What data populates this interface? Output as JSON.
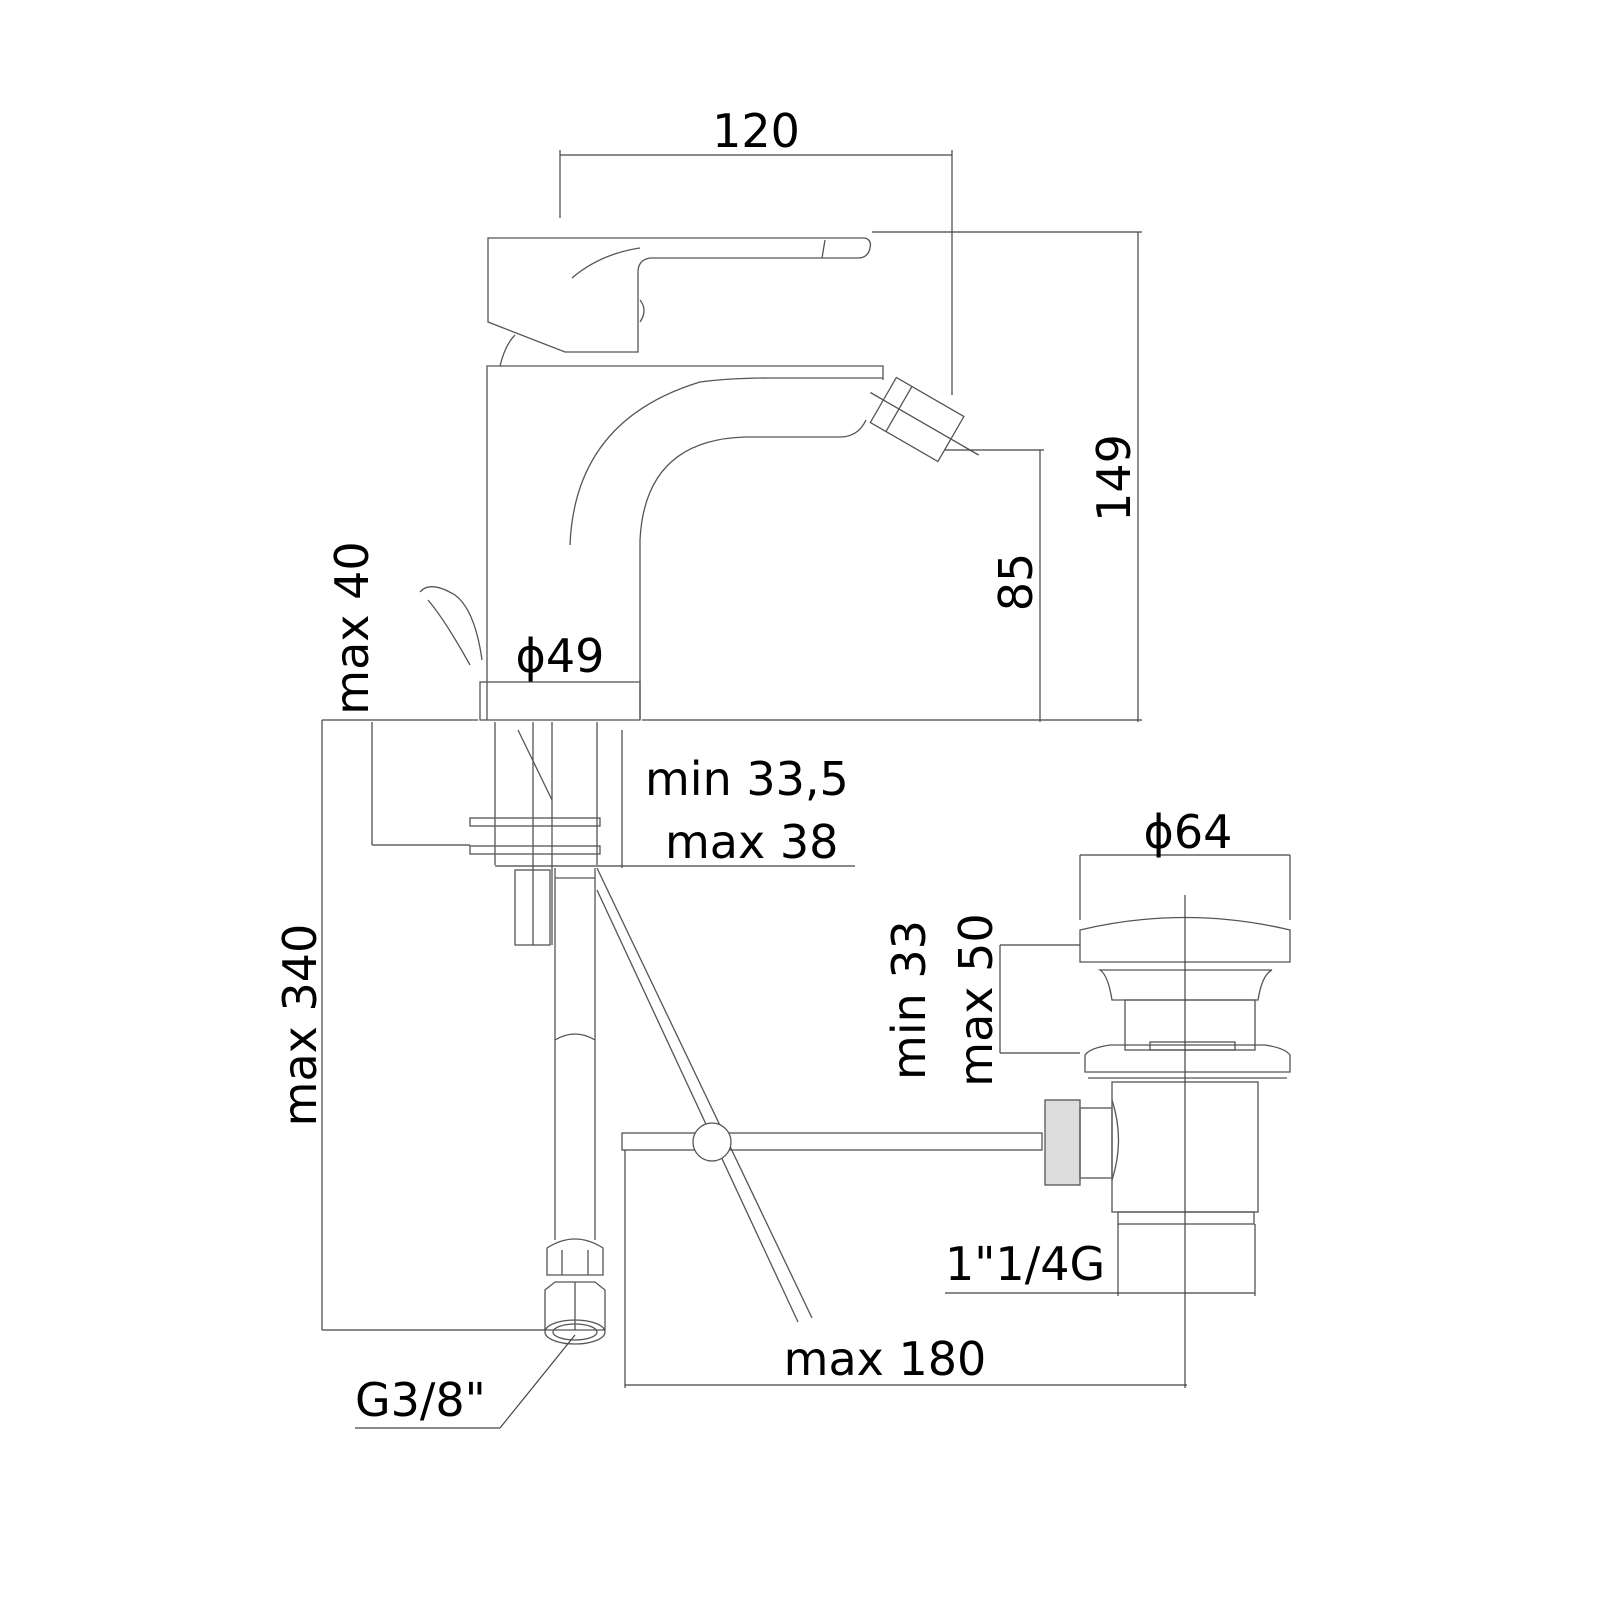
{
  "title": "Bidet mixer technical drawing",
  "dimensions": {
    "width_120": "120",
    "height_149": "149",
    "spout_height_85": "85",
    "body_diameter": "ϕ49",
    "max_40": "max 40",
    "min_33_5": "min 33,5",
    "max_38": "max 38",
    "max_340": "max 340",
    "hose_thread": "G3/8\"",
    "waste_diameter": "ϕ64",
    "min_33": "min 33",
    "max_50": "max 50",
    "waste_thread": "1\"1/4G",
    "max_180": "max 180"
  },
  "colors": {
    "line": "#555555",
    "text": "#000000"
  }
}
